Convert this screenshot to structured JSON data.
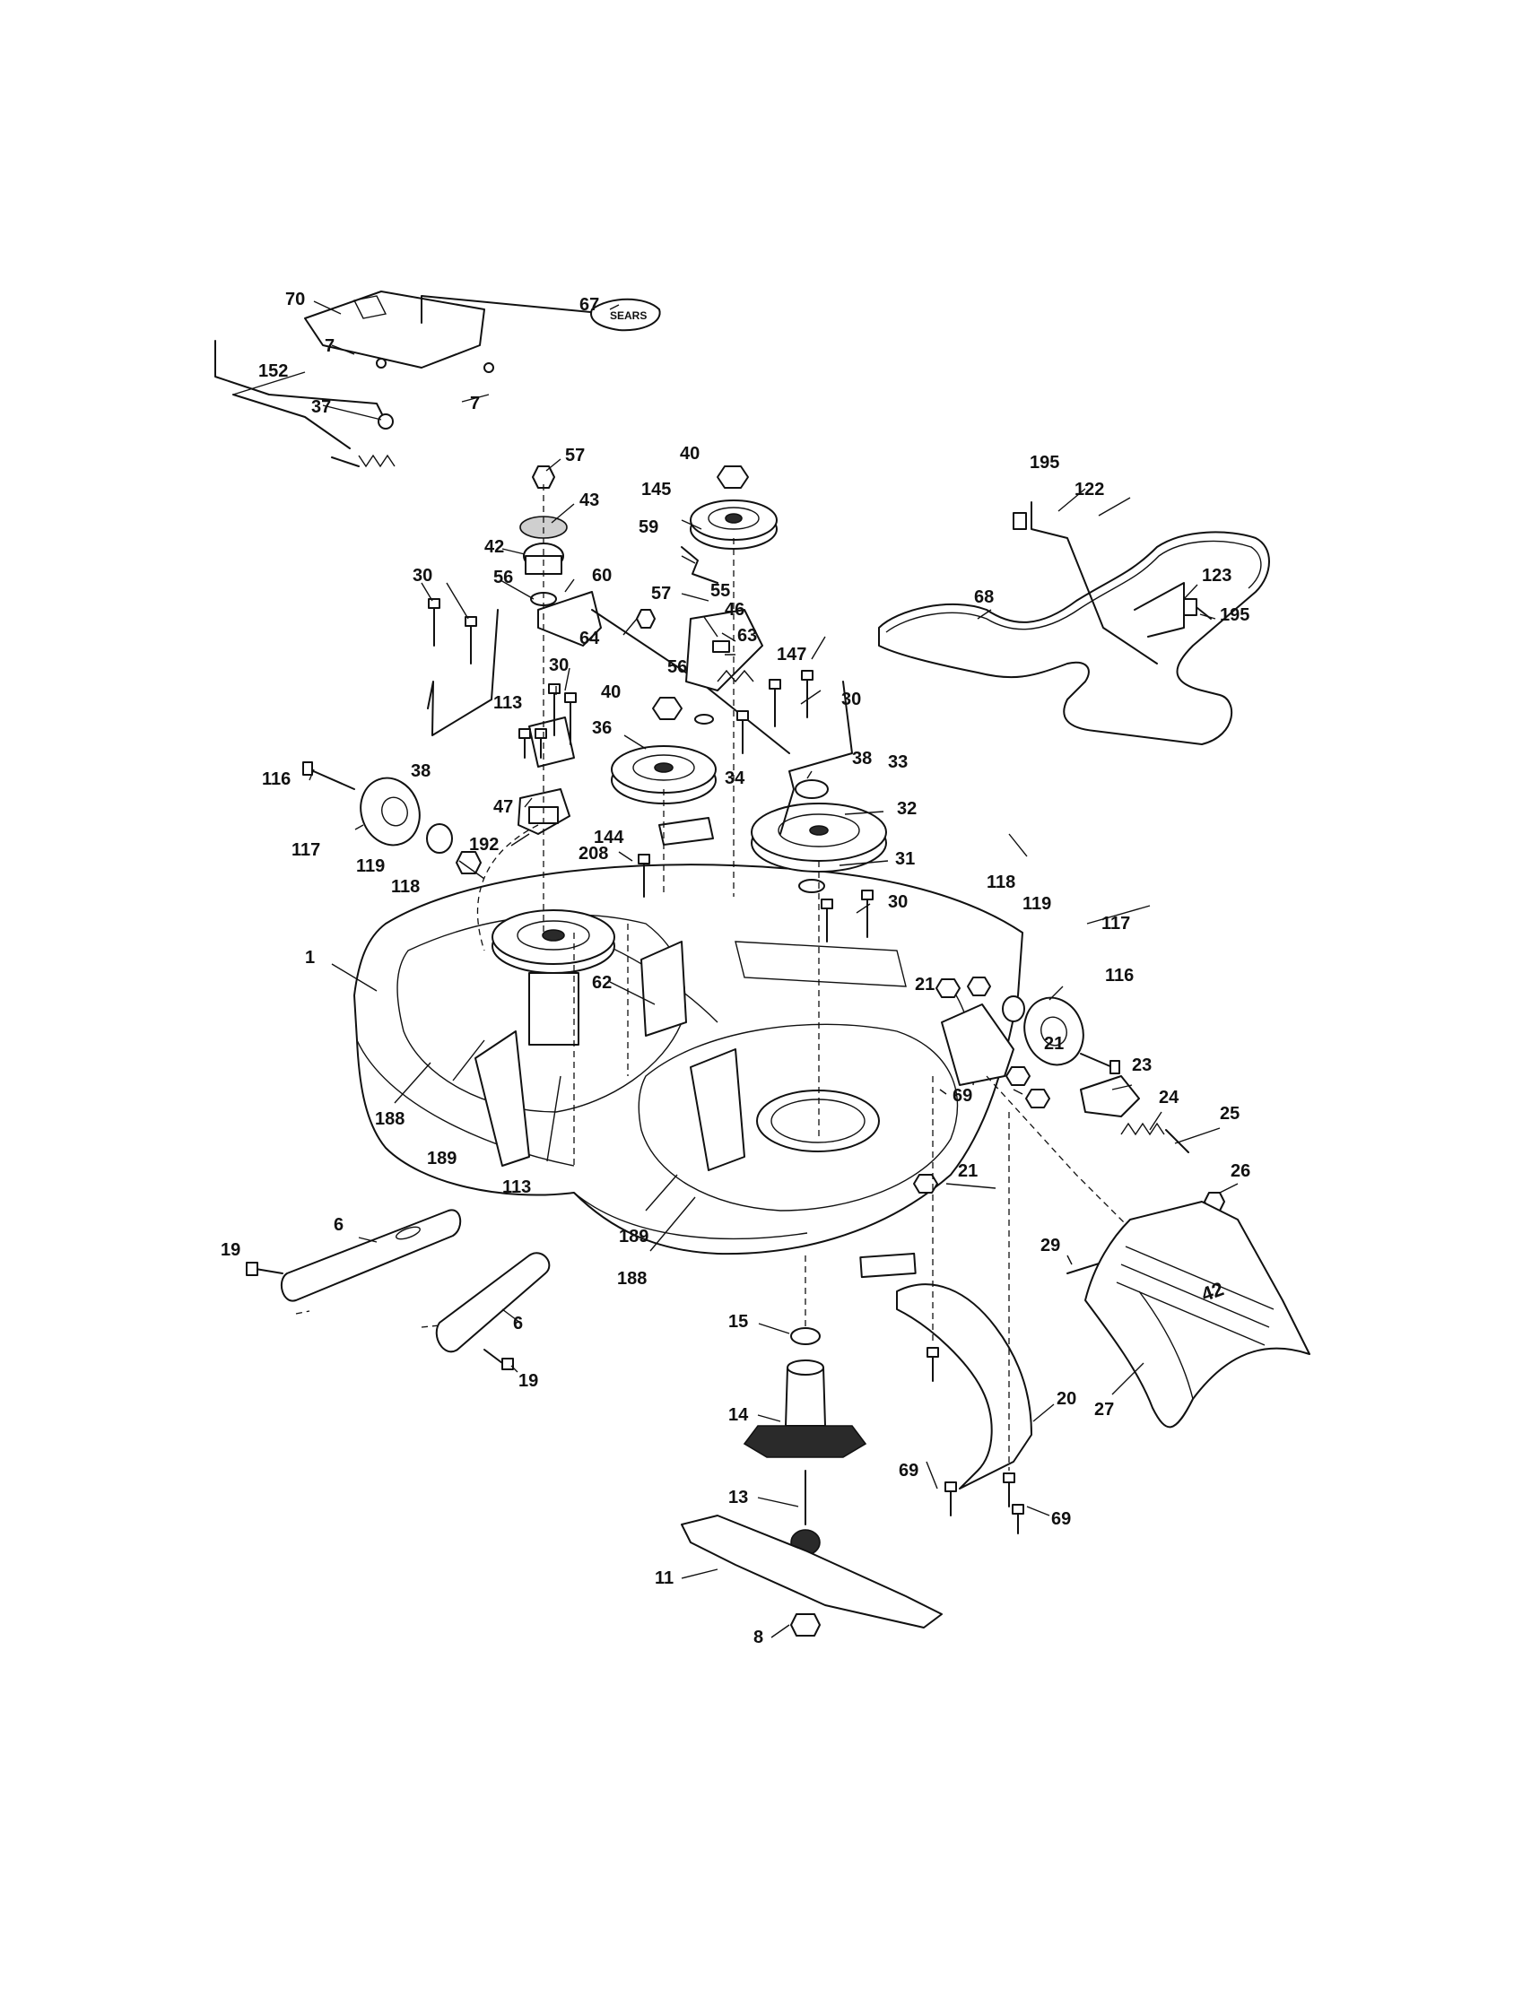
{
  "diagram": {
    "callouts": [
      "70",
      "67",
      "7",
      "152",
      "37",
      "57",
      "43",
      "42",
      "56",
      "60",
      "40",
      "145",
      "59",
      "55",
      "46",
      "63",
      "147",
      "64",
      "30",
      "113",
      "38",
      "36",
      "34",
      "33",
      "32",
      "31",
      "116",
      "117",
      "119",
      "118",
      "47",
      "192",
      "144",
      "208",
      "62",
      "1",
      "188",
      "189",
      "195",
      "122",
      "123",
      "68",
      "21",
      "23",
      "24",
      "25",
      "26",
      "29",
      "27",
      "69",
      "20",
      "15",
      "14",
      "13",
      "11",
      "8",
      "6",
      "19"
    ],
    "deck_size_mark": "42"
  }
}
